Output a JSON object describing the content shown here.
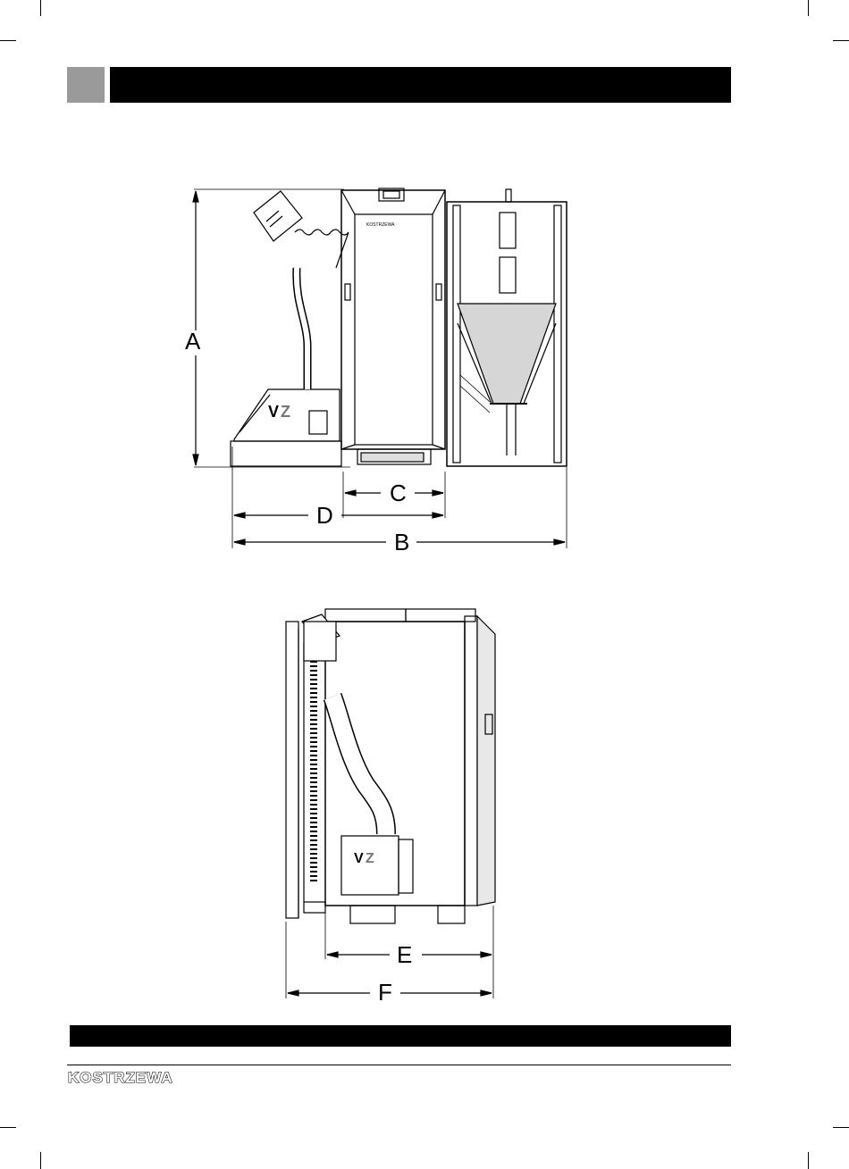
{
  "page": {
    "header": {
      "tab_color": "#9a9a9a",
      "bar_color": "#000000"
    },
    "footer": {
      "bar_color": "#000000"
    },
    "logo": {
      "text": "KOSTRZEWA"
    }
  },
  "drawing_top": {
    "dimensions": {
      "a": "A",
      "b": "B",
      "c": "C",
      "d": "D"
    },
    "boiler_brand": "KOSTRZEWA"
  },
  "drawing_bottom": {
    "dimensions": {
      "e": "E",
      "f": "F"
    }
  },
  "icons": [
    "burner-logo-icon",
    "fuel-feeder-icon"
  ]
}
